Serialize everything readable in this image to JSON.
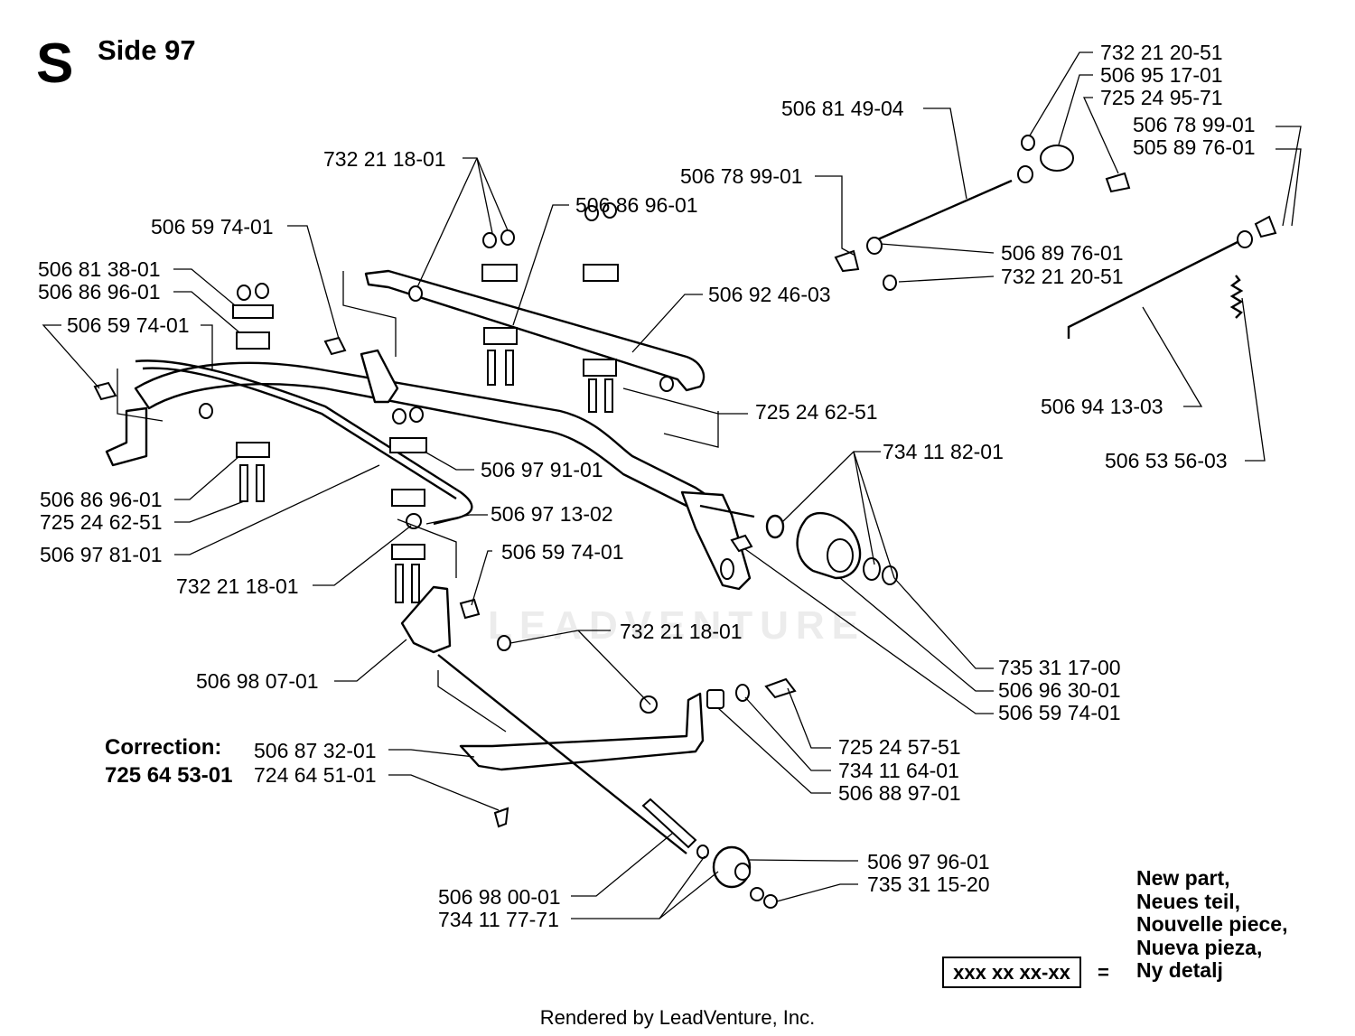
{
  "header": {
    "section_letter": "S",
    "page_title": "Side 97"
  },
  "correction": {
    "label": "Correction:",
    "part_number": "725 64 53-01"
  },
  "legend": {
    "box_text": "xxx xx xx-xx",
    "equals": "=",
    "lines": [
      "New part,",
      "Neues teil,",
      "Nouvelle piece,",
      "Nueva pieza,",
      "Ny detalj"
    ]
  },
  "watermark": "LEADVENTURE",
  "footer": "Rendered by LeadVenture, Inc.",
  "callouts": [
    "732 21 20-51",
    "506 95 17-01",
    "725 24 95-71",
    "506 81 49-04",
    "506 78 99-01",
    "505 89 76-01",
    "506 78 99-01",
    "506 89 76-01",
    "732 21 20-51",
    "506 94 13-03",
    "506 53 56-03",
    "732 21 18-01",
    "506 86 96-01",
    "506 59 74-01",
    "506 81 38-01",
    "506 86 96-01",
    "506 59 74-01",
    "506 92 46-03",
    "725 24 62-51",
    "734 11 82-01",
    "506 97 91-01",
    "506 86 96-01",
    "725 24 62-51",
    "506 97 81-01",
    "506 97 13-02",
    "506 59 74-01",
    "732 21 18-01",
    "732 21 18-01",
    "506 98 07-01",
    "735 31 17-00",
    "506 96 30-01",
    "506 59 74-01",
    "725 24 57-51",
    "734 11 64-01",
    "506 88 97-01",
    "506 87 32-01",
    "724 64 51-01",
    "506 97 96-01",
    "735 31 15-20",
    "506 98 00-01",
    "734 11 77-71"
  ]
}
